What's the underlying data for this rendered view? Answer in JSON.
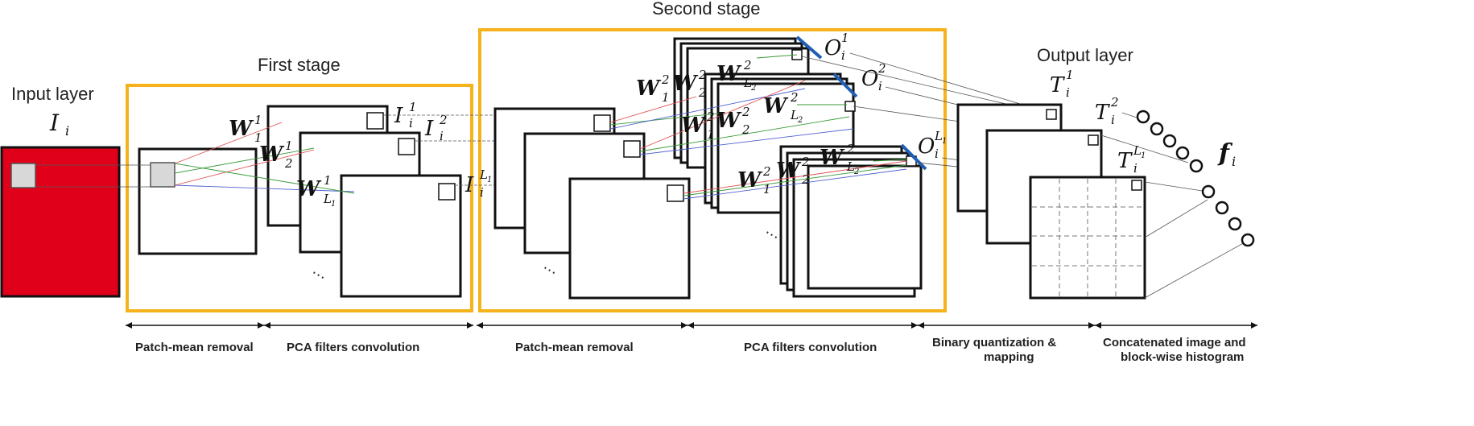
{
  "headers": {
    "input_layer": "Input layer",
    "first_stage": "First stage",
    "second_stage": "Second stage",
    "output_layer": "Output layer"
  },
  "captions": {
    "c1": "Patch-mean removal",
    "c2": "PCA filters convolution",
    "c3": "Patch-mean removal",
    "c4": "PCA filters convolution",
    "c5a": "Binary quantization &",
    "c5b": "mapping",
    "c6a": "Concatenated image and",
    "c6b": "block-wise histogram"
  },
  "symbols": {
    "I_base": "I",
    "O_base": "O",
    "T_base": "T",
    "W_base": "W",
    "f_base": "f",
    "sub_i": "i",
    "sup_1": "1",
    "sup_2": "2",
    "sub_1": "1",
    "sub_2": "2",
    "sub_L1": "L",
    "sub_L2": "L",
    "L_idx_1": "1",
    "L_idx_2": "2",
    "dots": "⋯"
  },
  "colors": {
    "input_fill": "#e0001a",
    "stage_box": "#f5b21b",
    "arrow_blue": "#1f5fb4",
    "line_red": "#e05050",
    "line_green": "#3a9a3a",
    "line_blue": "#5060d0"
  }
}
